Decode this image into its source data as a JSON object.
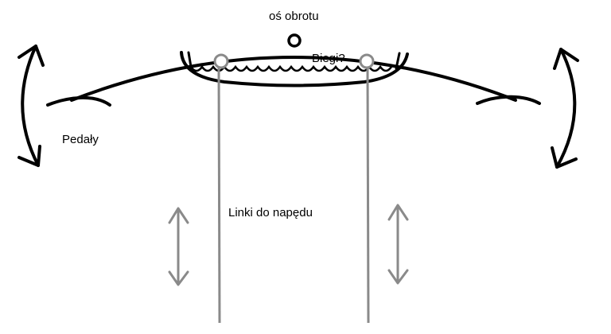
{
  "labels": {
    "rotation_axis": "oś obrotu",
    "gears": "Biegi?",
    "pedals": "Pedały",
    "drive_links": "Linki do napędu"
  },
  "colors": {
    "ink": "#000000",
    "link": "#8a8a8a"
  }
}
